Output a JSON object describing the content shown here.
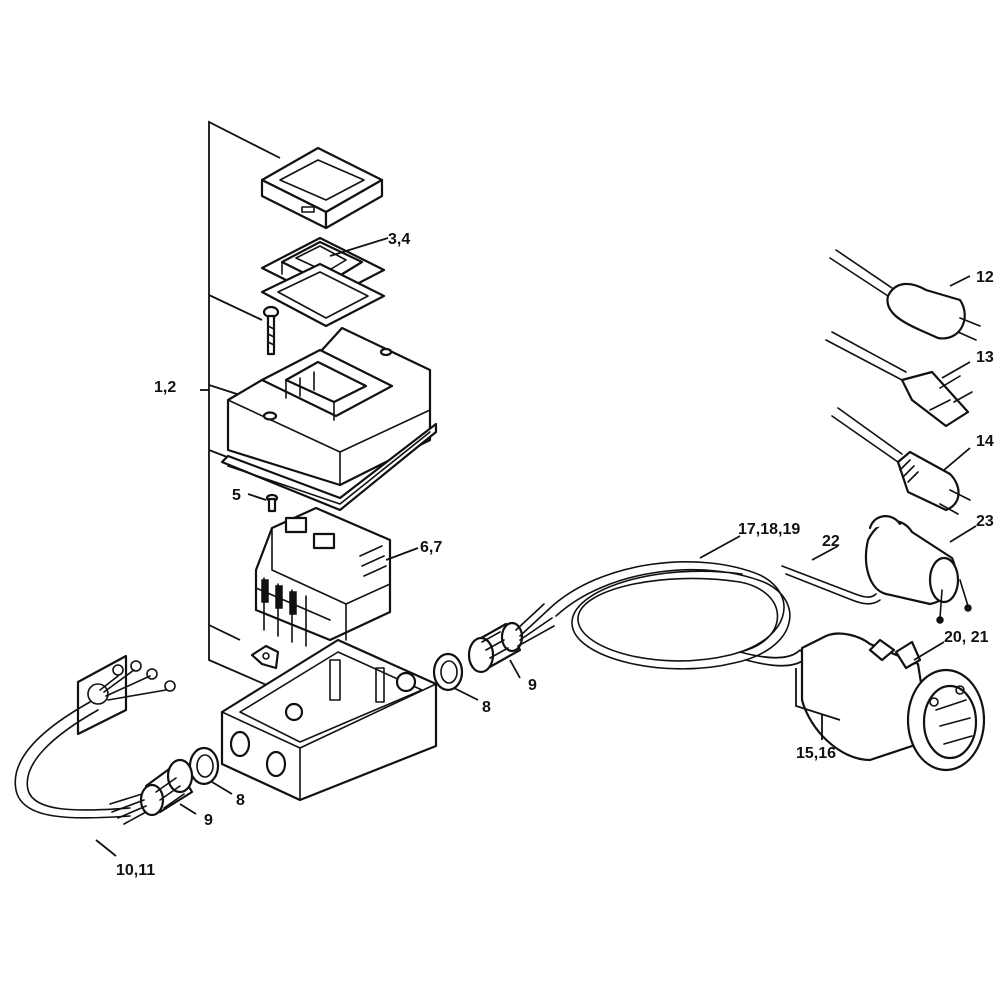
{
  "callouts": {
    "c1_2": "1,2",
    "c3_4": "3,4",
    "c5": "5",
    "c6_7": "6,7",
    "c8a": "8",
    "c8b": "8",
    "c9a": "9",
    "c9b": "9",
    "c10_11": "10,11",
    "c12": "12",
    "c13": "13",
    "c14": "14",
    "c15_16": "15,16",
    "c17_18_19": "17,18,19",
    "c20_21": "20, 21",
    "c22": "22",
    "c23": "23"
  }
}
